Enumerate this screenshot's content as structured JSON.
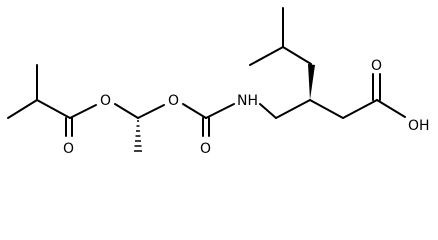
{
  "molecule": {
    "atoms": {
      "ester_carbonyl_o": "O",
      "ester_o": "O",
      "carbamate_o": "O",
      "carbamate_carbonyl_o": "O",
      "nh": "NH",
      "acid_carbonyl_o": "O",
      "acid_oh": "OH"
    },
    "stereo": {
      "acetal_center": "hashed-wedge-down",
      "pregabalin_center": "bold-wedge-up"
    },
    "colors": {
      "bond": "#000000",
      "label": "#000000",
      "background": "#ffffff"
    }
  }
}
